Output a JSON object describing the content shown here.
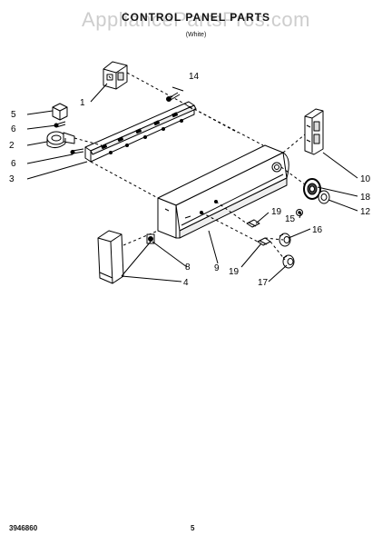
{
  "header": {
    "title": "CONTROL PANEL PARTS",
    "model": "",
    "variant": "(White)"
  },
  "watermark": "AppliancePartsPros.com",
  "footer": {
    "doc_number": "3946860",
    "page_number": "5"
  },
  "callouts": [
    "1",
    "2",
    "3",
    "4",
    "5",
    "6",
    "6",
    "8",
    "9",
    "10",
    "12",
    "14",
    "15",
    "16",
    "17",
    "18",
    "19",
    "19"
  ],
  "colors": {
    "line": "#000000",
    "watermark": "#bdbdbd",
    "background": "#ffffff"
  }
}
